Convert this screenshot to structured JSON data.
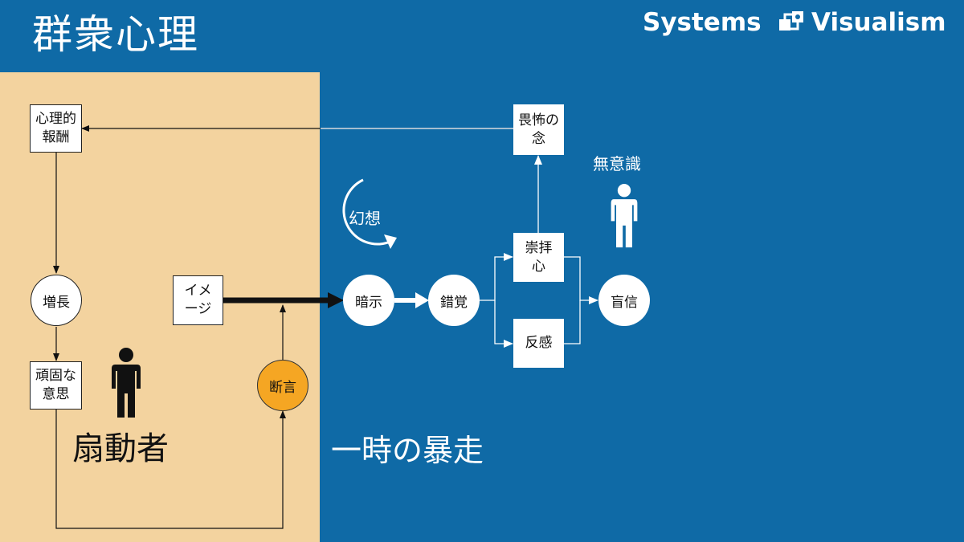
{
  "header": {
    "title": "群衆心理",
    "brand_left": "Systems",
    "brand_right": "Visualism"
  },
  "colors": {
    "background": "#0f6aa6",
    "left_panel": "#f3d39f",
    "node_white": "#ffffff",
    "assertion_node": "#f5a623",
    "ink": "#111111"
  },
  "left_panel": {
    "nodes": {
      "psych_reward": [
        "心理的",
        "報酬"
      ],
      "growth": "増長",
      "stubborn_will": [
        "頑固な",
        "意思"
      ],
      "image": [
        "イメ",
        "ージ"
      ],
      "assertion": "断言"
    },
    "actor_label": "扇動者",
    "actor_icon": "person-icon"
  },
  "right_panel": {
    "nodes": {
      "suggestion": "暗示",
      "illusion_error": "錯覚",
      "worship": [
        "崇拝",
        "心"
      ],
      "fear": [
        "畏怖の",
        "念"
      ],
      "antipathy": "反感",
      "blind_belief": "盲信"
    },
    "loop_label": "幻想",
    "unconscious_label": "無意識",
    "unconscious_icon": "person-icon",
    "rampage_label": "一時の暴走"
  }
}
